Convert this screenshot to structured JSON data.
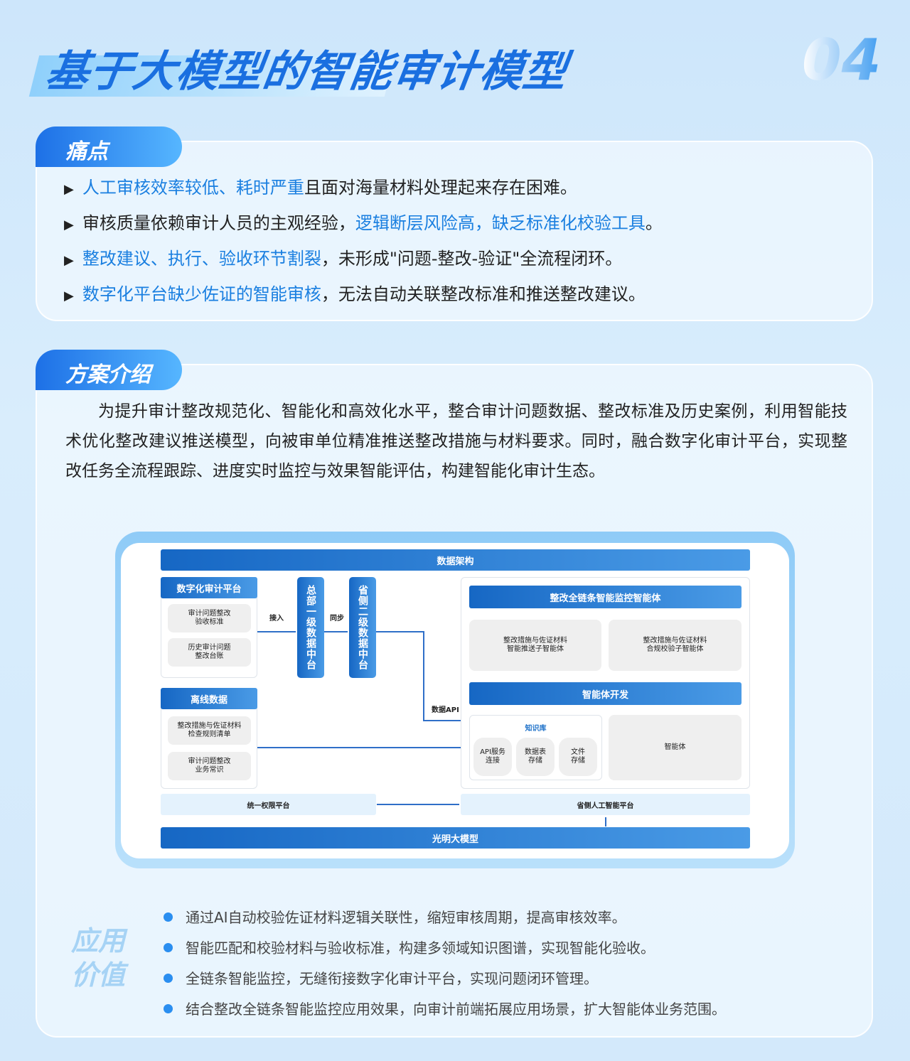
{
  "header": {
    "title": "基于大模型的智能审计模型",
    "number": "04"
  },
  "pain": {
    "tab": "痛点",
    "points": [
      {
        "hl": "人工审核效率较低、耗时严重",
        "rest": "且面对海量材料处理起来存在困难。"
      },
      {
        "pre": "审核质量依赖审计人员的主观经验，",
        "hl": "逻辑断层风险高，缺乏标准化校验工具",
        "rest": "。"
      },
      {
        "hl": "整改建议、执行、验收环节割裂",
        "rest": "，未形成\"问题-整改-验证\"全流程闭环。"
      },
      {
        "hl": "数字化平台缺少佐证的智能审核",
        "rest": "，无法自动关联整改标准和推送整改建议。"
      }
    ]
  },
  "solution": {
    "tab": "方案介绍",
    "paragraph": "为提升审计整改规范化、智能化和高效化水平，整合审计问题数据、整改标准及历史案例，利用智能技术优化整改建议推送模型，向被审单位精准推送整改措施与材料要求。同时，融合数字化审计平台，实现整改任务全流程跟踪、进度实时监控与效果智能评估，构建智能化审计生态。"
  },
  "diagram": {
    "top": "数据架构",
    "bottom": "光明大模型",
    "platform": {
      "title": "数字化审计平台",
      "items": [
        "审计问题整改\n验收标准",
        "历史审计问题\n整改台账"
      ]
    },
    "offline": {
      "title": "离线数据",
      "items": [
        "整改措施与佐证材料\n检查规则清单",
        "审计问题整改\n业务常识"
      ]
    },
    "hq": "总部一级数据中台",
    "prov": "省侧二级数据中台",
    "arrow_in": "接入",
    "arrow_sync": "同步",
    "arrow_api": "数据API",
    "monitor": {
      "title": "整改全链条智能监控智能体",
      "items": [
        "整改措施与佐证材料\n智能推送子智能体",
        "整改措施与佐证材料\n合规校验子智能体"
      ]
    },
    "dev": {
      "title": "智能体开发",
      "kb": "知识库",
      "kb_items": [
        "API服务\n连接",
        "数据表\n存储",
        "文件\n存储"
      ],
      "agent": "智能体"
    },
    "auth": "统一权限平台",
    "ai_platform": "省侧人工智能平台"
  },
  "value": {
    "title": "应用价值",
    "points": [
      "通过AI自动校验佐证材料逻辑关联性，缩短审核周期，提高审核效率。",
      "智能匹配和校验材料与验收标准，构建多领域知识图谱，实现智能化验收。",
      "全链条智能监控，无缝衔接数字化审计平台，实现问题闭环管理。",
      "结合整改全链条智能监控应用效果，向审计前端拓展应用场景，扩大智能体业务范围。"
    ]
  }
}
